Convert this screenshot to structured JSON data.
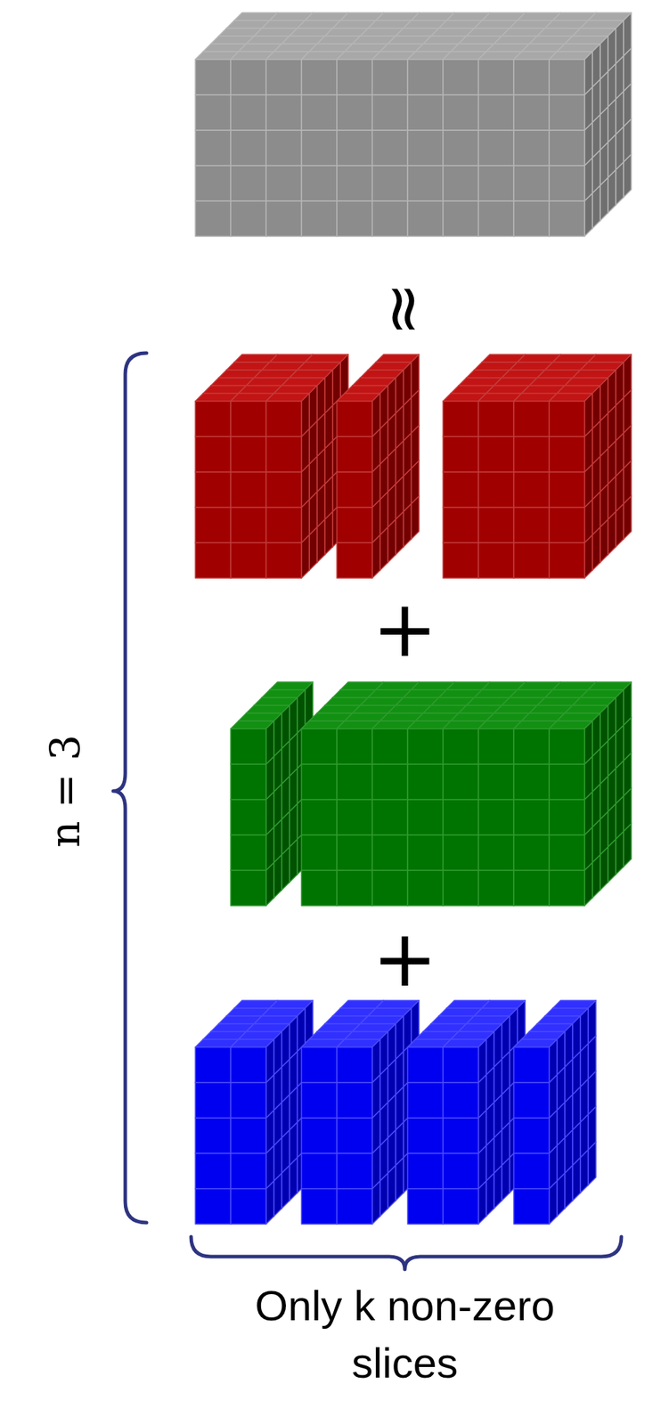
{
  "diagram": {
    "labels": [
      "≈",
      "+",
      "+",
      "n = 3",
      "Only k non-zero slices"
    ]
  }
}
